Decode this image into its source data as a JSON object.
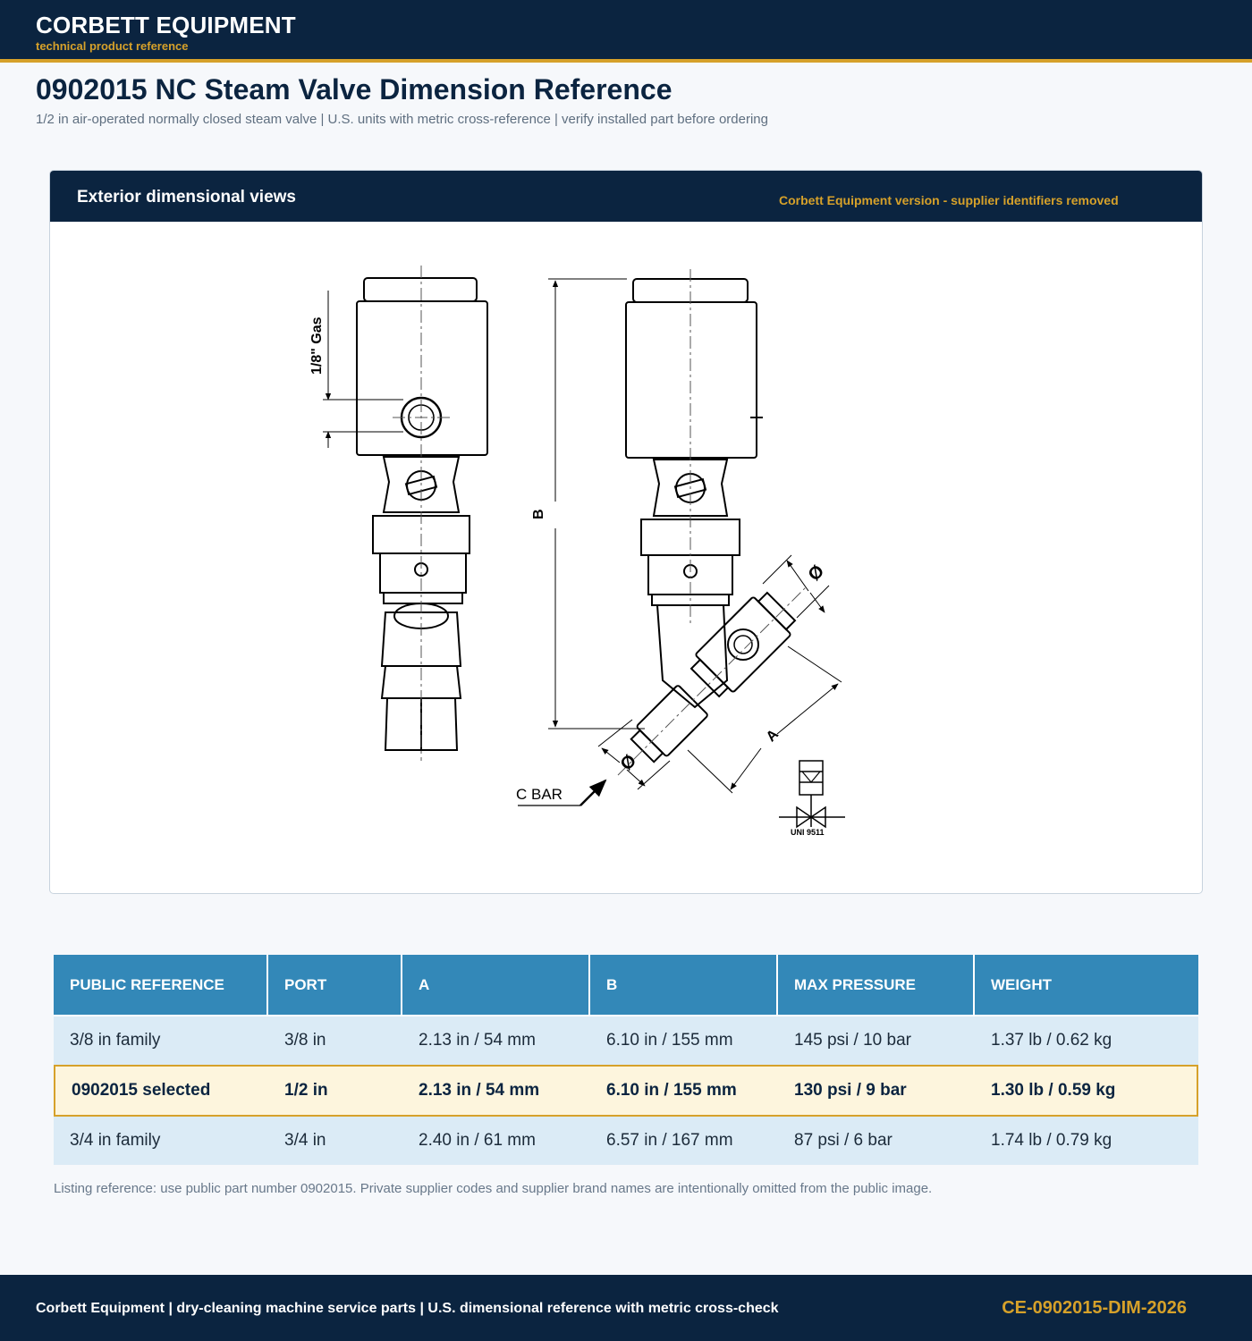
{
  "header": {
    "brand": "CORBETT EQUIPMENT",
    "tagline": "technical product reference"
  },
  "page": {
    "title": "0902015 NC Steam Valve Dimension Reference",
    "subtitle": "1/2 in air-operated normally closed steam valve | U.S. units with metric cross-reference | verify installed part before ordering"
  },
  "panel": {
    "title": "Exterior dimensional views",
    "note": "Corbett Equipment version - supplier identifiers removed"
  },
  "drawing": {
    "gas_label": "1/8\" Gas",
    "dim_b": "B",
    "dim_a": "A",
    "phi": "Ø",
    "c_bar": "C BAR",
    "symbol_label": "UNI 9511"
  },
  "table": {
    "headers": [
      "PUBLIC REFERENCE",
      "PORT",
      "A",
      "B",
      "MAX PRESSURE",
      "WEIGHT"
    ],
    "rows": [
      [
        "3/8 in family",
        "3/8 in",
        "2.13 in / 54 mm",
        "6.10 in / 155 mm",
        "145 psi / 10 bar",
        "1.37 lb / 0.62 kg"
      ],
      [
        "0902015 selected",
        "1/2 in",
        "2.13 in / 54 mm",
        "6.10 in / 155 mm",
        "130 psi / 9 bar",
        "1.30 lb / 0.59 kg"
      ],
      [
        "3/4 in family",
        "3/4 in",
        "2.40 in / 61 mm",
        "6.57 in / 167 mm",
        "87 psi / 6 bar",
        "1.74 lb / 0.79 kg"
      ]
    ]
  },
  "listing_note": "Listing reference: use public part number 0902015. Private supplier codes and supplier brand names are intentionally omitted from the public image.",
  "footer": {
    "text": "Corbett Equipment | dry-cleaning machine service parts | U.S. dimensional reference with metric cross-check",
    "code": "CE-0902015-DIM-2026"
  },
  "colors": {
    "navy": "#0b2440",
    "gold": "#d6a12a",
    "header_blue": "#3388b8",
    "row_blue": "#dbebf6",
    "selected_row": "#fdf5dd"
  }
}
